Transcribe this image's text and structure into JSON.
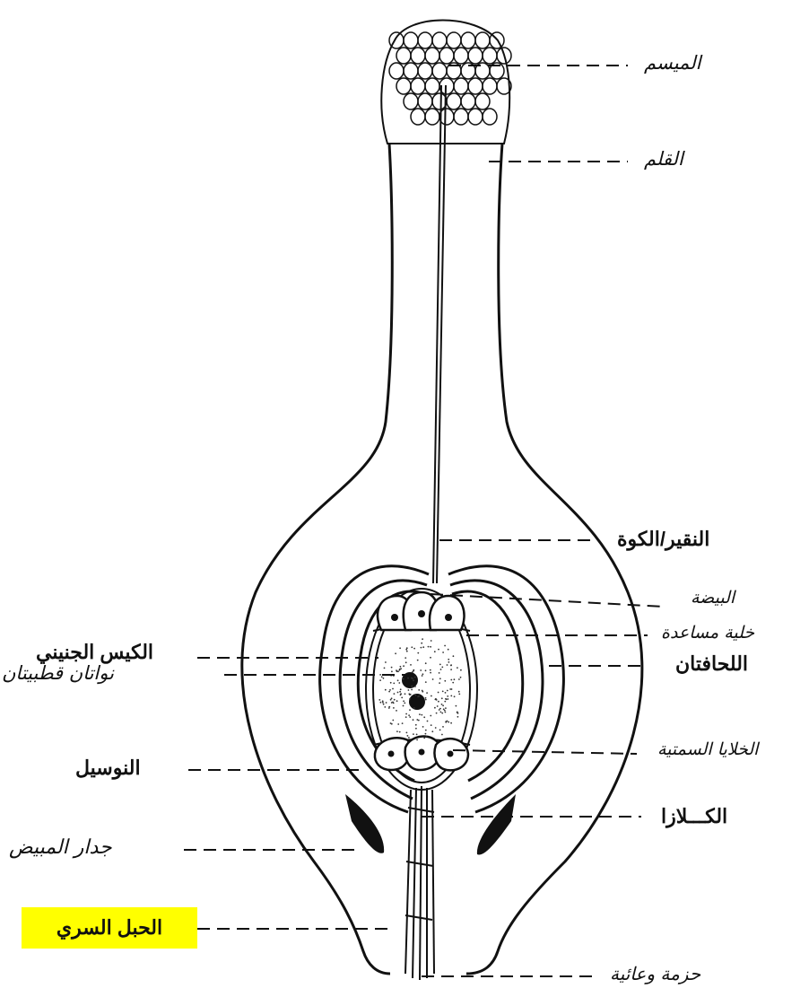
{
  "labels": {
    "stigma": "الميسم",
    "style": "القلم",
    "micropyle": "النقير/الكوة",
    "egg": "البيضة",
    "synergid": "خلية مساعدة",
    "embryo_sac": "الكيس الجنيني",
    "polar_nuclei": "نواتان قطبيتان",
    "integuments": "اللحافتان",
    "antipodal": "الخلايا السمتية",
    "nucellus": "النوسيل",
    "chalaza": "الكـــلازا",
    "ovary_wall": "جدار المبيض",
    "funiculus": "الحبل السري",
    "vascular_bundle": "حزمة وعائية"
  },
  "colors": {
    "highlight": "#ffff00",
    "ink": "#111111"
  }
}
